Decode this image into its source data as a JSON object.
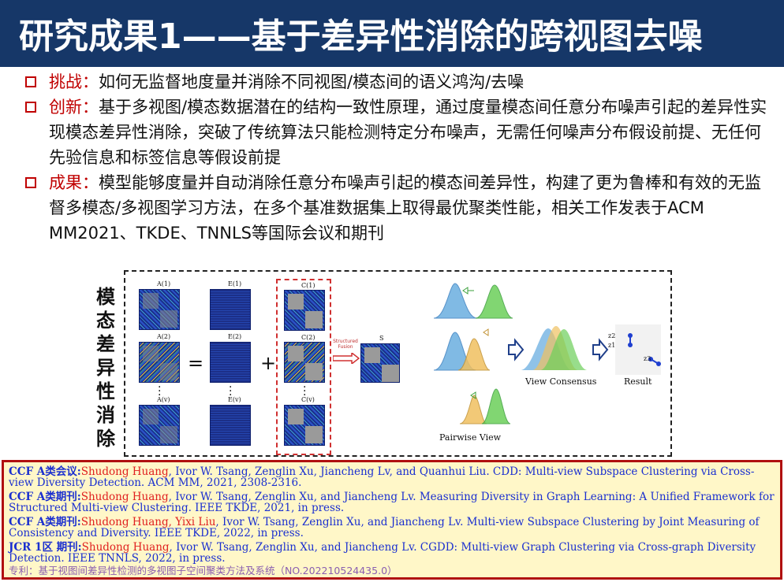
{
  "title": "研究成果1——基于差异性消除的跨视图去噪",
  "bullets": [
    {
      "label": "挑战：",
      "text": "如何无监督地度量并消除不同视图/模态间的语义鸿沟/去噪"
    },
    {
      "label": "创新：",
      "text": "基于多视图/模态数据潜在的结构一致性原理，通过度量模态间任意分布噪声引起的差异性实现模态差异性消除，突破了传统算法只能检测特定分布噪声，无需任何噪声分布假设前提、无任何先验信息和标签信息等假设前提"
    },
    {
      "label": "成果：",
      "text": "模型能够度量并自动消除任意分布噪声引起的模态间差异性，构建了更为鲁棒和有效的无监督多模态/多视图学习方法，在多个基准数据集上取得最优聚类性能，相关工作发表于ACM MM2021、TKDE、TNNLS等国际会议和期刊"
    }
  ],
  "figure": {
    "side_label": [
      "模",
      "态",
      "差",
      "异",
      "性",
      "消",
      "除"
    ],
    "matrix_labels": {
      "a1": "A(1)",
      "a2": "A(2)",
      "av": "A(v)",
      "e1": "E(1)",
      "e2": "E(2)",
      "ev": "E(v)",
      "c1": "C(1)",
      "c2": "C(2)",
      "cv": "C(v)",
      "s": "S"
    },
    "equals": "=",
    "plus": "+",
    "fusion_label": "Structured Fusion",
    "view_consensus": "View Consensus",
    "result": "Result",
    "pairwise_view": "Pairwise View",
    "result_points": [
      "z2",
      "z1",
      "z3"
    ]
  },
  "references": [
    {
      "tag": "CCF A类会议:",
      "authors_red": "Shudong Huang",
      "rest": ", Ivor W. Tsang, Zenglin Xu, Jiancheng Lv, and Quanhui Liu. CDD: Multi-view Subspace Clustering via Cross-view  Diversity Detection. ACM MM, 2021, 2308-2316."
    },
    {
      "tag": "CCF A类期刊:",
      "authors_red": "Shudong Huang",
      "rest": ", Ivor W. Tsang, Zenglin Xu, and Jiancheng Lv. Measuring Diversity in Graph Learning: A Unified Framework for Structured Multi-view Clustering. IEEE TKDE, 2021, in press."
    },
    {
      "tag": "CCF A类期刊:",
      "authors_red": "Shudong Huang, Yixi Liu",
      "rest": ", Ivor W. Tsang, Zenglin Xu, and Jiancheng Lv. Multi-view Subspace Clustering by Joint Measuring of Consistency and Diversity. IEEE TKDE, 2022, in press."
    },
    {
      "tag": "JCR 1区 期刊:",
      "authors_red": "Shudong Huang",
      "rest": ", Ivor W. Tsang, Zenglin Xu, and Jiancheng Lv. CGDD: Multi-view Graph Clustering via Cross-graph Diversity Detection. IEEE TNNLS, 2022, in press."
    }
  ],
  "patent": "专利：基于视图间差异性检测的多视图子空间聚类方法及系统（NO.202210524435.0）",
  "colors": {
    "title_bg": "#163768",
    "accent_red": "#c00000",
    "ref_blue": "#1a2fd0",
    "ref_bg": "#fff7c8"
  }
}
